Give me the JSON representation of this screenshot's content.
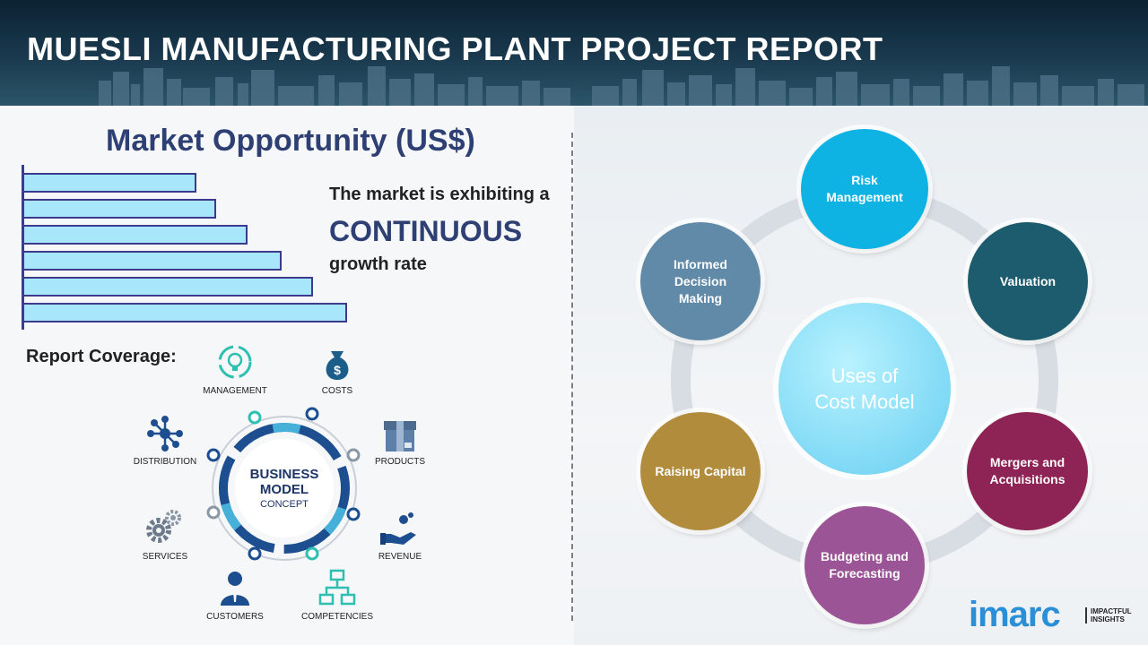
{
  "header": {
    "title": "MUESLI MANUFACTURING PLANT PROJECT REPORT"
  },
  "market": {
    "title": "Market Opportunity (US$)",
    "bar_levels": [
      0.5,
      0.56,
      0.65,
      0.75,
      0.84,
      0.94
    ],
    "line1": "The market is exhibiting a",
    "highlight": "CONTINUOUS",
    "line3": "growth rate"
  },
  "coverage": {
    "title": "Report Coverage:",
    "items": {
      "management": "MANAGEMENT",
      "costs": "COSTS",
      "distribution": "DISTRIBUTION",
      "products": "PRODUCTS",
      "services": "SERVICES",
      "revenue": "REVENUE",
      "customers": "CUSTOMERS",
      "competencies": "COMPETENCIES"
    },
    "center": {
      "line1": "BUSINESS",
      "line2": "MODEL",
      "line3": "CONCEPT"
    }
  },
  "uses": {
    "center": {
      "line1": "Uses of",
      "line2": "Cost Model"
    },
    "items": {
      "risk": "Risk Management",
      "valuation": "Valuation",
      "mergers": "Mergers and Acquisitions",
      "budgeting": "Budgeting and Forecasting",
      "raising": "Raising Capital",
      "informed": "Informed Decision Making"
    }
  },
  "logo": {
    "name": "imarc",
    "tag_line1": "IMPACTFUL",
    "tag_line2": "INSIGHTS"
  },
  "colors": {
    "risk": "#0fb3e3",
    "valuation": "#1d5c6e",
    "mergers": "#8e2355",
    "budgeting": "#9b5596",
    "raising": "#b08c3c",
    "informed": "#6189a8",
    "title_blue": "#2e3f74",
    "bar_fill": "#a8e7fb"
  }
}
